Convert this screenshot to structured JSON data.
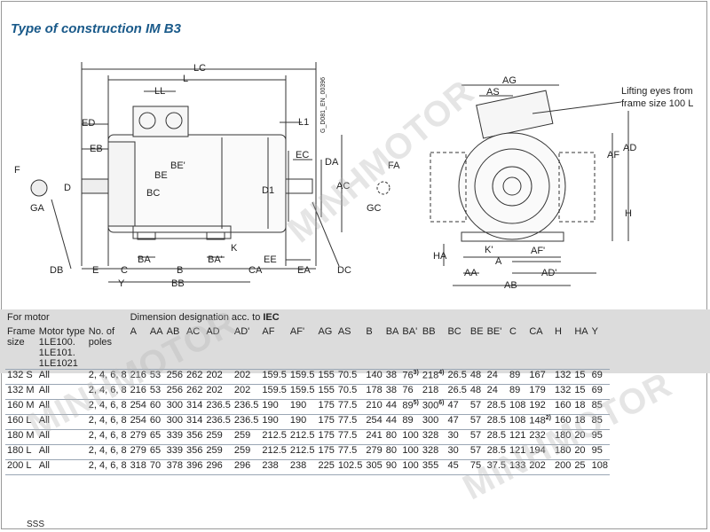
{
  "title": "Type of construction IM B3",
  "drawing_id": "G_D081_EN_00396",
  "lifting_note": [
    "Lifting eyes from",
    "frame size 100 L"
  ],
  "watermark": "MINHMOTOR",
  "side_labels": {
    "LC": "LC",
    "L": "L",
    "LL": "LL",
    "L1": "L1",
    "ED": "ED",
    "EB": "EB",
    "F": "F",
    "D": "D",
    "GA": "GA",
    "D1": "D1",
    "BE": "BE",
    "BE_p": "BE'",
    "BC": "BC",
    "EC": "EC",
    "DA": "DA",
    "AC": "AC",
    "FA": "FA",
    "GC": "GC",
    "DB": "DB",
    "E": "E",
    "C": "C",
    "B": "B",
    "CA": "CA",
    "EE": "EE",
    "EA": "EA",
    "DC": "DC",
    "Y": "Y",
    "BB": "BB",
    "BA": "BA",
    "BA_p": "BA'",
    "K": "K"
  },
  "front_labels": {
    "AG": "AG",
    "AS": "AS",
    "AF": "AF",
    "AD": "AD",
    "H": "H",
    "HA": "HA",
    "K_p": "K'",
    "AF_p": "AF'",
    "A": "A",
    "AA": "AA",
    "AD_p": "AD'",
    "AB": "AB"
  },
  "table": {
    "for_motor": "For motor",
    "frame_size": [
      "Frame",
      "size"
    ],
    "motor_type": [
      "Motor type",
      "1LE100.",
      "1LE101.",
      "1LE1021"
    ],
    "poles": [
      "No. of",
      "poles"
    ],
    "dim_title_prefix": "Dimension designation acc. to ",
    "dim_title_bold": "IEC",
    "columns": [
      "A",
      "AA",
      "AB",
      "AC",
      "AD",
      "AD'",
      "AF",
      "AF'",
      "AG",
      "AS",
      "B",
      "BA",
      "BA'",
      "BB",
      "BC",
      "BE",
      "BE'",
      "C",
      "CA",
      "H",
      "HA",
      "Y"
    ],
    "rows": [
      {
        "frame": "132 S",
        "type": "All",
        "poles": "2, 4, 6, 8",
        "vals": [
          "216",
          "53",
          "256",
          "262",
          "202",
          "202",
          "159.5",
          "159.5",
          "155",
          "70.5",
          "140",
          "38",
          "76",
          "218",
          "26.5",
          "48",
          "24",
          "89",
          "167",
          "132",
          "15",
          "69"
        ],
        "sup": {
          "12": "3)",
          "13": "4)"
        }
      },
      {
        "frame": "132 M",
        "type": "All",
        "poles": "2, 4, 6, 8",
        "vals": [
          "216",
          "53",
          "256",
          "262",
          "202",
          "202",
          "159.5",
          "159.5",
          "155",
          "70.5",
          "178",
          "38",
          "76",
          "218",
          "26.5",
          "48",
          "24",
          "89",
          "179",
          "132",
          "15",
          "69"
        ],
        "sup": {}
      },
      {
        "frame": "160 M",
        "type": "All",
        "poles": "2, 4, 6, 8",
        "vals": [
          "254",
          "60",
          "300",
          "314",
          "236.5",
          "236.5",
          "190",
          "190",
          "175",
          "77.5",
          "210",
          "44",
          "89",
          "300",
          "47",
          "57",
          "28.5",
          "108",
          "192",
          "160",
          "18",
          "85"
        ],
        "sup": {
          "12": "5)",
          "13": "6)"
        }
      },
      {
        "frame": "160 L",
        "type": "All",
        "poles": "2, 4, 6, 8",
        "vals": [
          "254",
          "60",
          "300",
          "314",
          "236.5",
          "236.5",
          "190",
          "190",
          "175",
          "77.5",
          "254",
          "44",
          "89",
          "300",
          "47",
          "57",
          "28.5",
          "108",
          "148",
          "160",
          "18",
          "85"
        ],
        "sup": {
          "18": "2)"
        }
      },
      {
        "frame": "180 M",
        "type": "All",
        "poles": "2, 4, 6, 8",
        "vals": [
          "279",
          "65",
          "339",
          "356",
          "259",
          "259",
          "212.5",
          "212.5",
          "175",
          "77.5",
          "241",
          "80",
          "100",
          "328",
          "30",
          "57",
          "28.5",
          "121",
          "232",
          "180",
          "20",
          "95"
        ],
        "sup": {}
      },
      {
        "frame": "180 L",
        "type": "All",
        "poles": "2, 4, 6, 8",
        "vals": [
          "279",
          "65",
          "339",
          "356",
          "259",
          "259",
          "212.5",
          "212.5",
          "175",
          "77.5",
          "279",
          "80",
          "100",
          "328",
          "30",
          "57",
          "28.5",
          "121",
          "194",
          "180",
          "20",
          "95"
        ],
        "sup": {}
      },
      {
        "frame": "200 L",
        "type": "All",
        "poles": "2, 4, 6, 8",
        "vals": [
          "318",
          "70",
          "378",
          "396",
          "296",
          "296",
          "238",
          "238",
          "225",
          "102.5",
          "305",
          "90",
          "100",
          "355",
          "45",
          "75",
          "37.5",
          "133",
          "202",
          "200",
          "25",
          "108"
        ],
        "sup": {}
      }
    ]
  },
  "footnote": "SSS"
}
